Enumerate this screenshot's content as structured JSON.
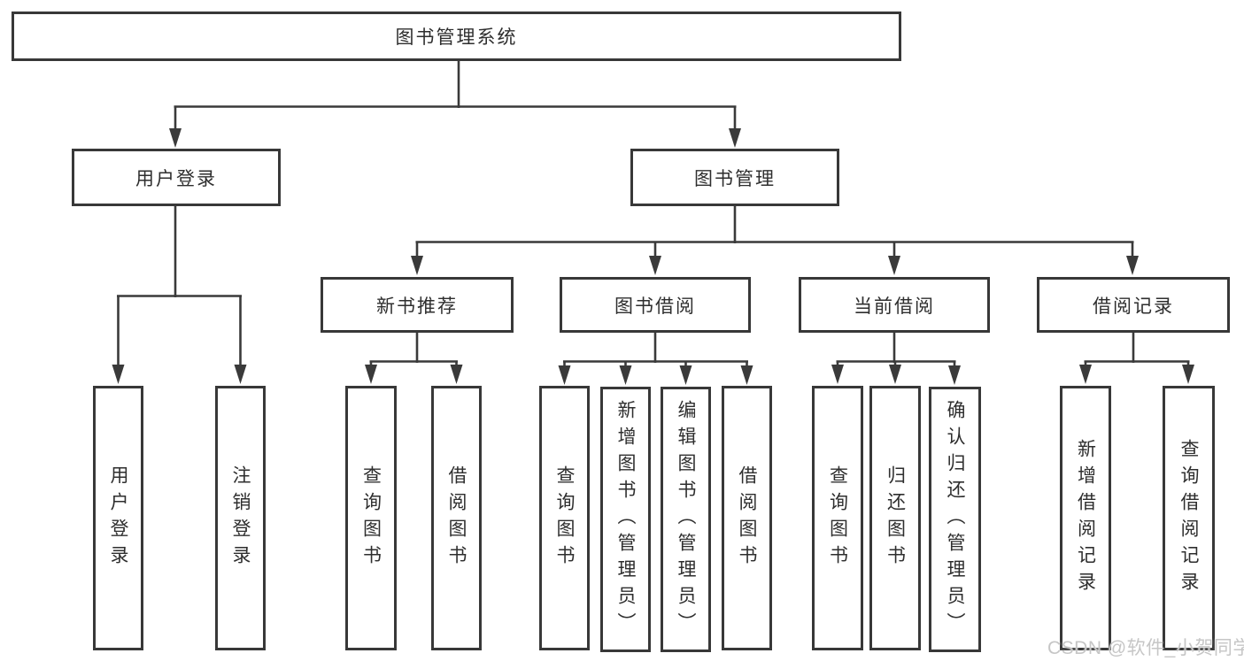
{
  "colors": {
    "background": "#ffffff",
    "line": "#3a3a3a",
    "box_border": "#383838",
    "text": "#2e2e2e",
    "watermark": "#c6c6c6"
  },
  "tree": {
    "label": "图书管理系统",
    "children": [
      {
        "label": "用户登录",
        "children": [
          {
            "label": "用户登录"
          },
          {
            "label": "注销登录"
          }
        ]
      },
      {
        "label": "图书管理",
        "children": [
          {
            "label": "新书推荐",
            "children": [
              {
                "label": "查询图书"
              },
              {
                "label": "借阅图书"
              }
            ]
          },
          {
            "label": "图书借阅",
            "children": [
              {
                "label": "查询图书"
              },
              {
                "label": "新增图书（管理员）"
              },
              {
                "label": "编辑图书（管理员）"
              },
              {
                "label": "借阅图书"
              }
            ]
          },
          {
            "label": "当前借阅",
            "children": [
              {
                "label": "查询图书"
              },
              {
                "label": "归还图书"
              },
              {
                "label": "确认归还（管理员）"
              }
            ]
          },
          {
            "label": "借阅记录",
            "children": [
              {
                "label": "新增借阅记录"
              },
              {
                "label": "查询借阅记录"
              }
            ]
          }
        ]
      }
    ]
  },
  "watermark": {
    "text": "CSDN @软件_小贺同学"
  }
}
